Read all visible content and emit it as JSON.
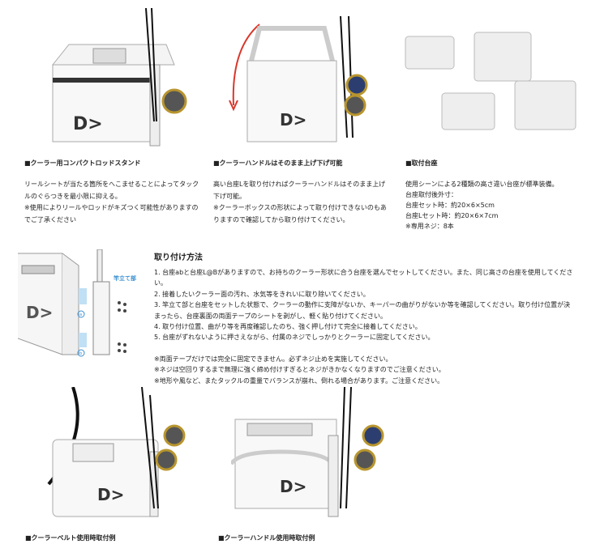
{
  "features": [
    {
      "title": "■クーラー用コンパクトロッドスタンド",
      "lines": [
        "リールシートが当たる箇所をへこませることによってタック",
        "ルのぐらつきを最小限に抑える。",
        "※使用によりリールやロッドがキズつく可能性がありますの",
        "でご了承ください"
      ]
    },
    {
      "title": "■クーラーハンドルはそのまま上げ下げ可能",
      "lines": [
        "高い台座Lを取り付ければクーラーハンドルはそのまま上げ",
        "下げ可能。",
        "※クーラーボックスの形状によって取り付けできないのもあ",
        "りますので確認してから取り付けてください。"
      ]
    },
    {
      "title": "■取付台座",
      "lines": [
        "使用シーンによる2種類の高さ違い台座が標準装備。",
        "台座取付後外寸：",
        "台座セット時：約20×6×5cm",
        "台座Lセット時：約20×6×7cm",
        "※専用ネジ：8本"
      ]
    }
  ],
  "diagram": {
    "label_stand": "竿立て部",
    "label_a": "a",
    "label_b": "b"
  },
  "install": {
    "title": "取り付け方法",
    "steps": [
      "1. 台座abと台座L@Bがありますので、お持ちのクーラー形状に合う台座を選んでセットしてください。また、同じ高さの台座を使用してくださ",
      "い。",
      "2. 接着したいクーラー面の汚れ、水気等をきれいに取り除いてください。",
      "3. 竿立て部と台座をセットした状態で、クーラーの動作に支障がないか、キーパーの曲がりがないか等を確認してください。取り付け位置が決",
      "まったら、台座裏面の両面テープのシートを剥がし、軽く貼り付けてください。",
      "4. 取り付け位置、曲がり等を再度確認したのち、強く押し付けて完全に接着してください。",
      "5. 台座がずれないように押さえながら、付属のネジでしっかりとクーラーに固定してください。"
    ],
    "notes": [
      "※両面テープだけでは完全に固定できません。必ずネジ止めを実施してください。",
      "※ネジは空回りするまで無理に強く締め付けすぎるとネジがきかなくなりますのでご注意ください。",
      "※地形や風など、またタックルの重量でバランスが崩れ、倒れる場合があります。ご注意ください。"
    ]
  },
  "examples": [
    {
      "title": "■クーラーベルト使用時取付例"
    },
    {
      "title": "■クーラーハンドル使用時取付例"
    }
  ],
  "colors": {
    "text": "#222222",
    "accent_blue": "#3a8fd0",
    "arrow_red": "#d9372b"
  }
}
